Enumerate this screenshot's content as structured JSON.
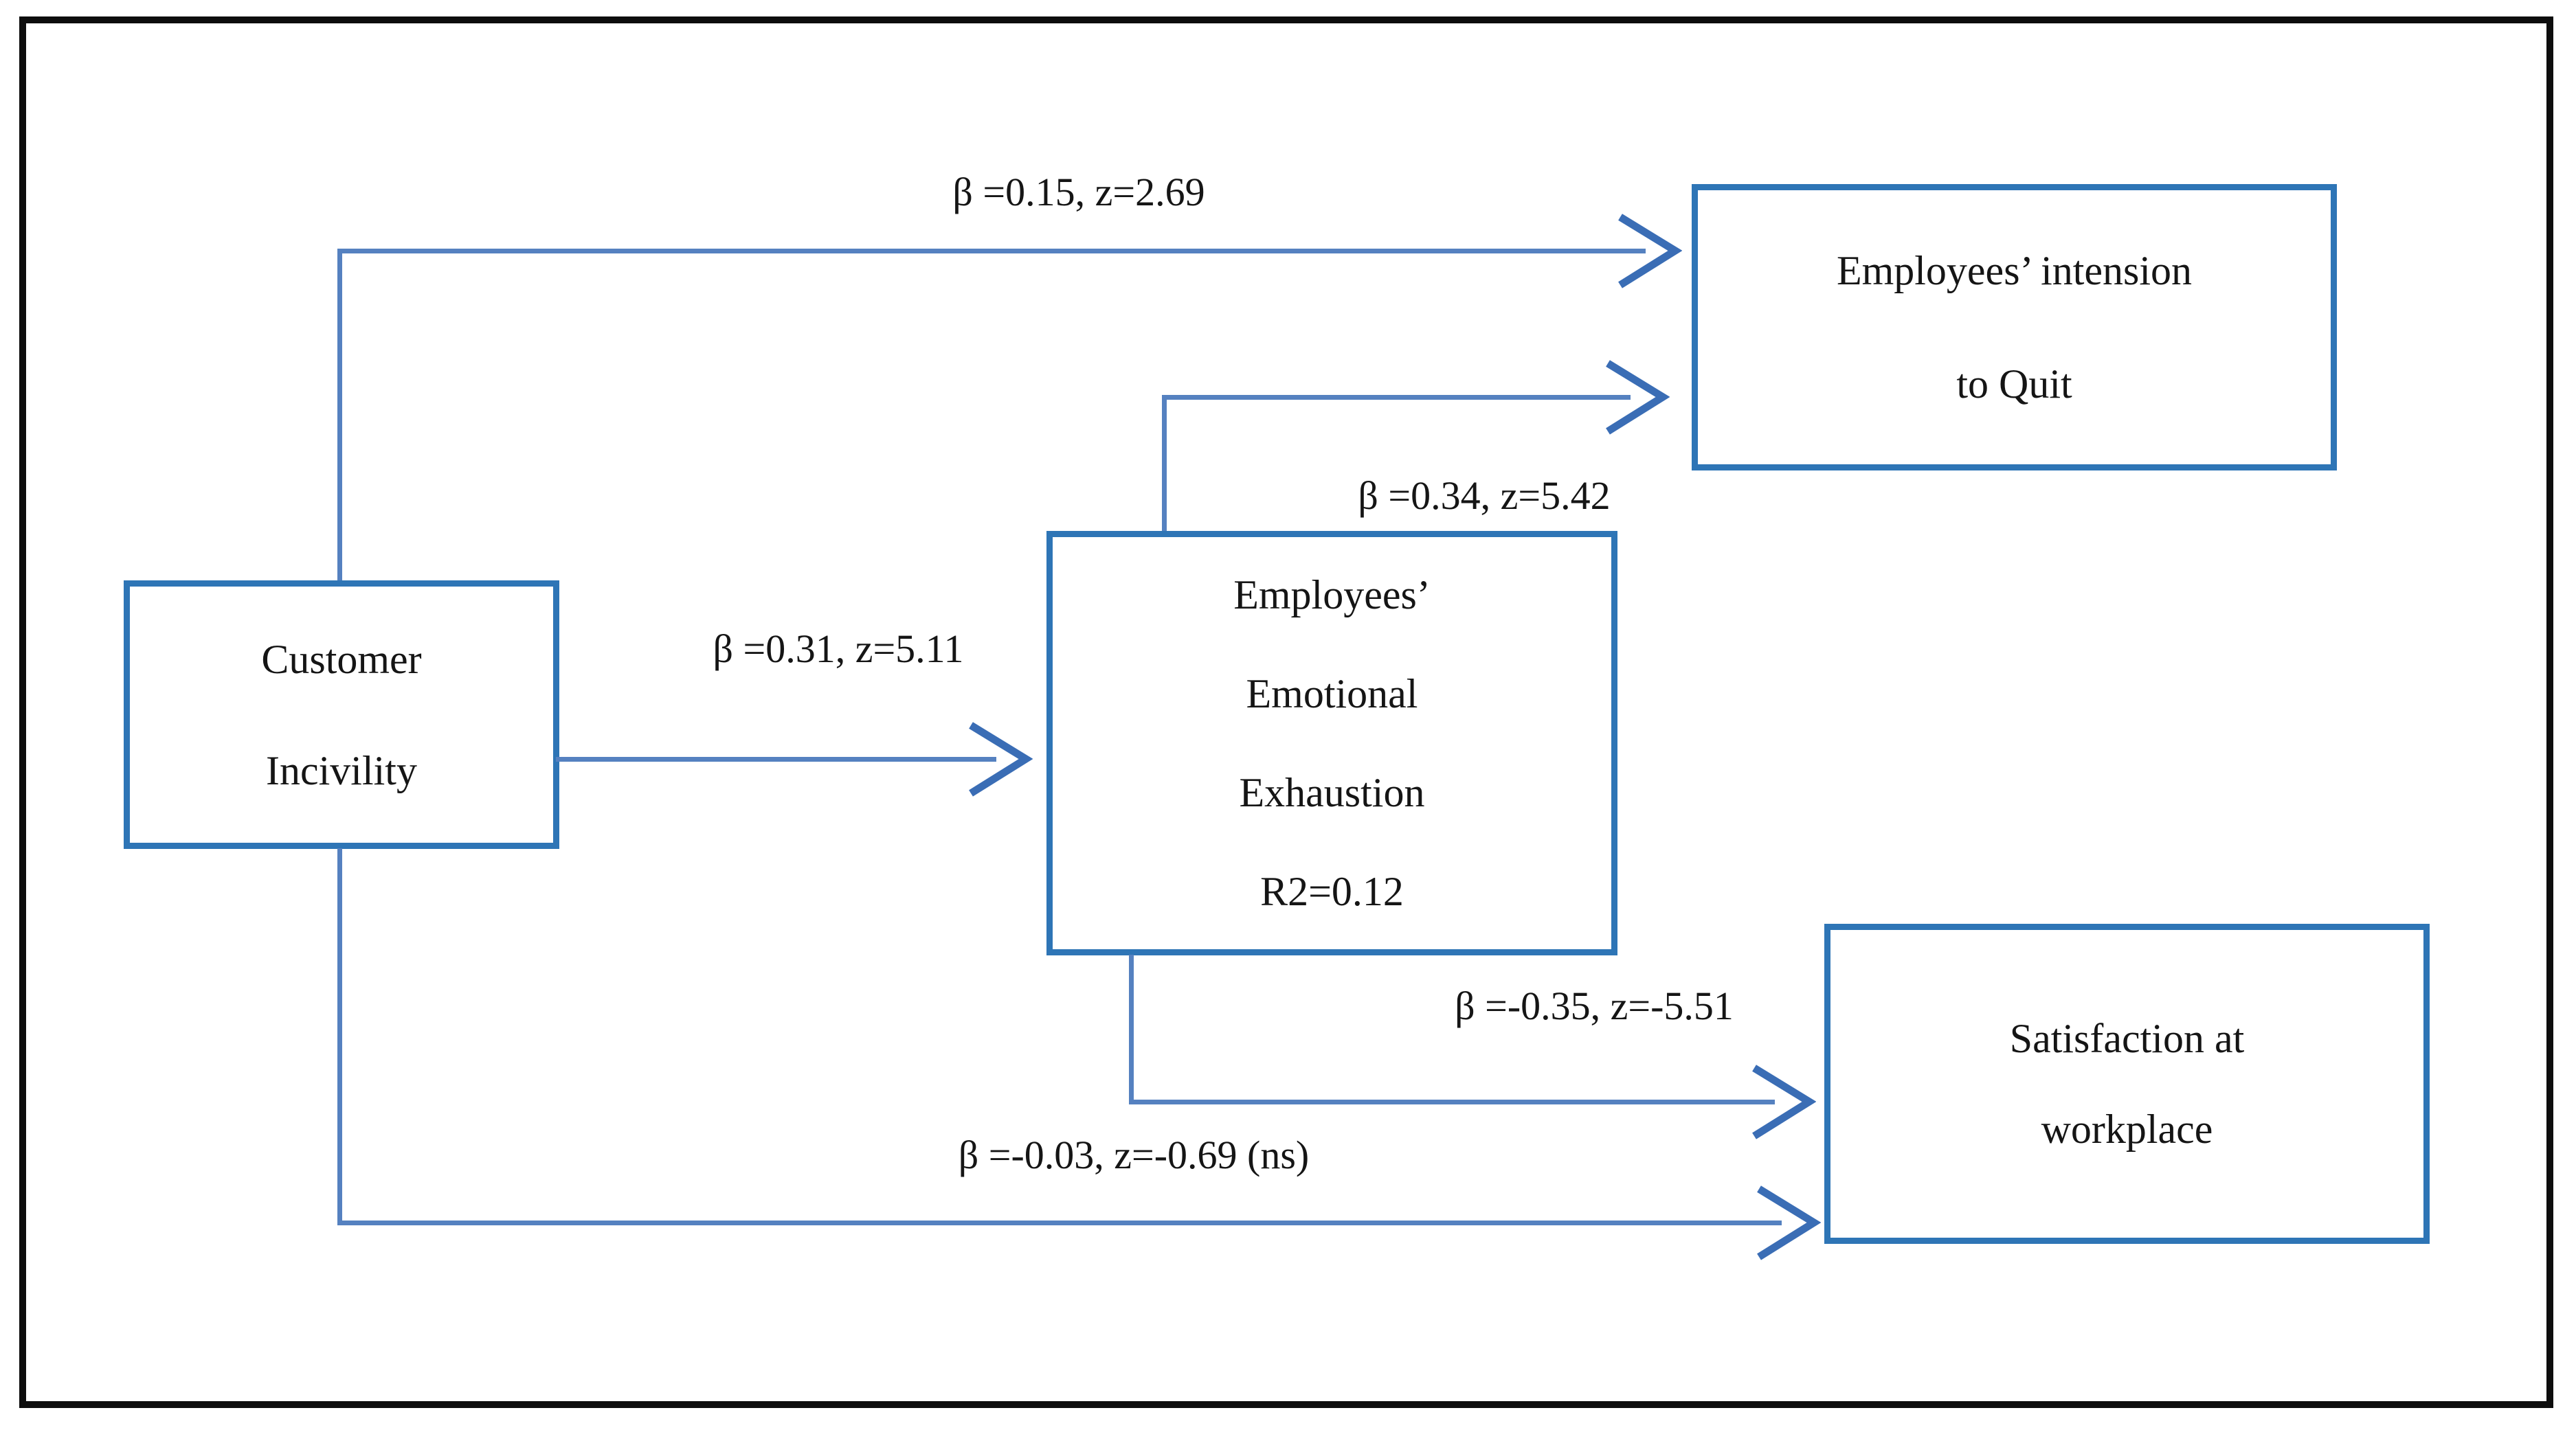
{
  "figure": {
    "type": "path-diagram",
    "background": "#ffffff",
    "frame_border_color": "#0d0d0d",
    "box_border_color": "#2e75b6",
    "connector_color": "#5581c0",
    "arrowhead_color": "#3a6db5",
    "text_color": "#151515"
  },
  "boxes": {
    "customer_incivility": {
      "lines": [
        "Customer",
        "Incivility"
      ]
    },
    "emotional_exhaustion": {
      "lines": [
        "Employees’",
        "Emotional",
        "Exhaustion",
        "R2=0.12"
      ]
    },
    "intention_to_quit": {
      "lines": [
        "Employees’ intension",
        "to Quit"
      ]
    },
    "satisfaction_at_workplace": {
      "lines": [
        "Satisfaction at",
        "workplace"
      ]
    }
  },
  "paths": [
    {
      "from": "Customer Incivility",
      "to": "Employees’ intension to Quit",
      "label": "β =0.15, z=2.69"
    },
    {
      "from": "Customer Incivility",
      "to": "Employees’ Emotional Exhaustion",
      "label": "β =0.31, z=5.11"
    },
    {
      "from": "Employees’ Emotional Exhaustion",
      "to": "Employees’ intension to Quit",
      "label": "β =0.34, z=5.42"
    },
    {
      "from": "Employees’ Emotional Exhaustion",
      "to": "Satisfaction at workplace",
      "label": "β =-0.35, z=-5.51"
    },
    {
      "from": "Customer Incivility",
      "to": "Satisfaction at workplace",
      "label": "β =-0.03, z=-0.69 (ns)"
    }
  ]
}
